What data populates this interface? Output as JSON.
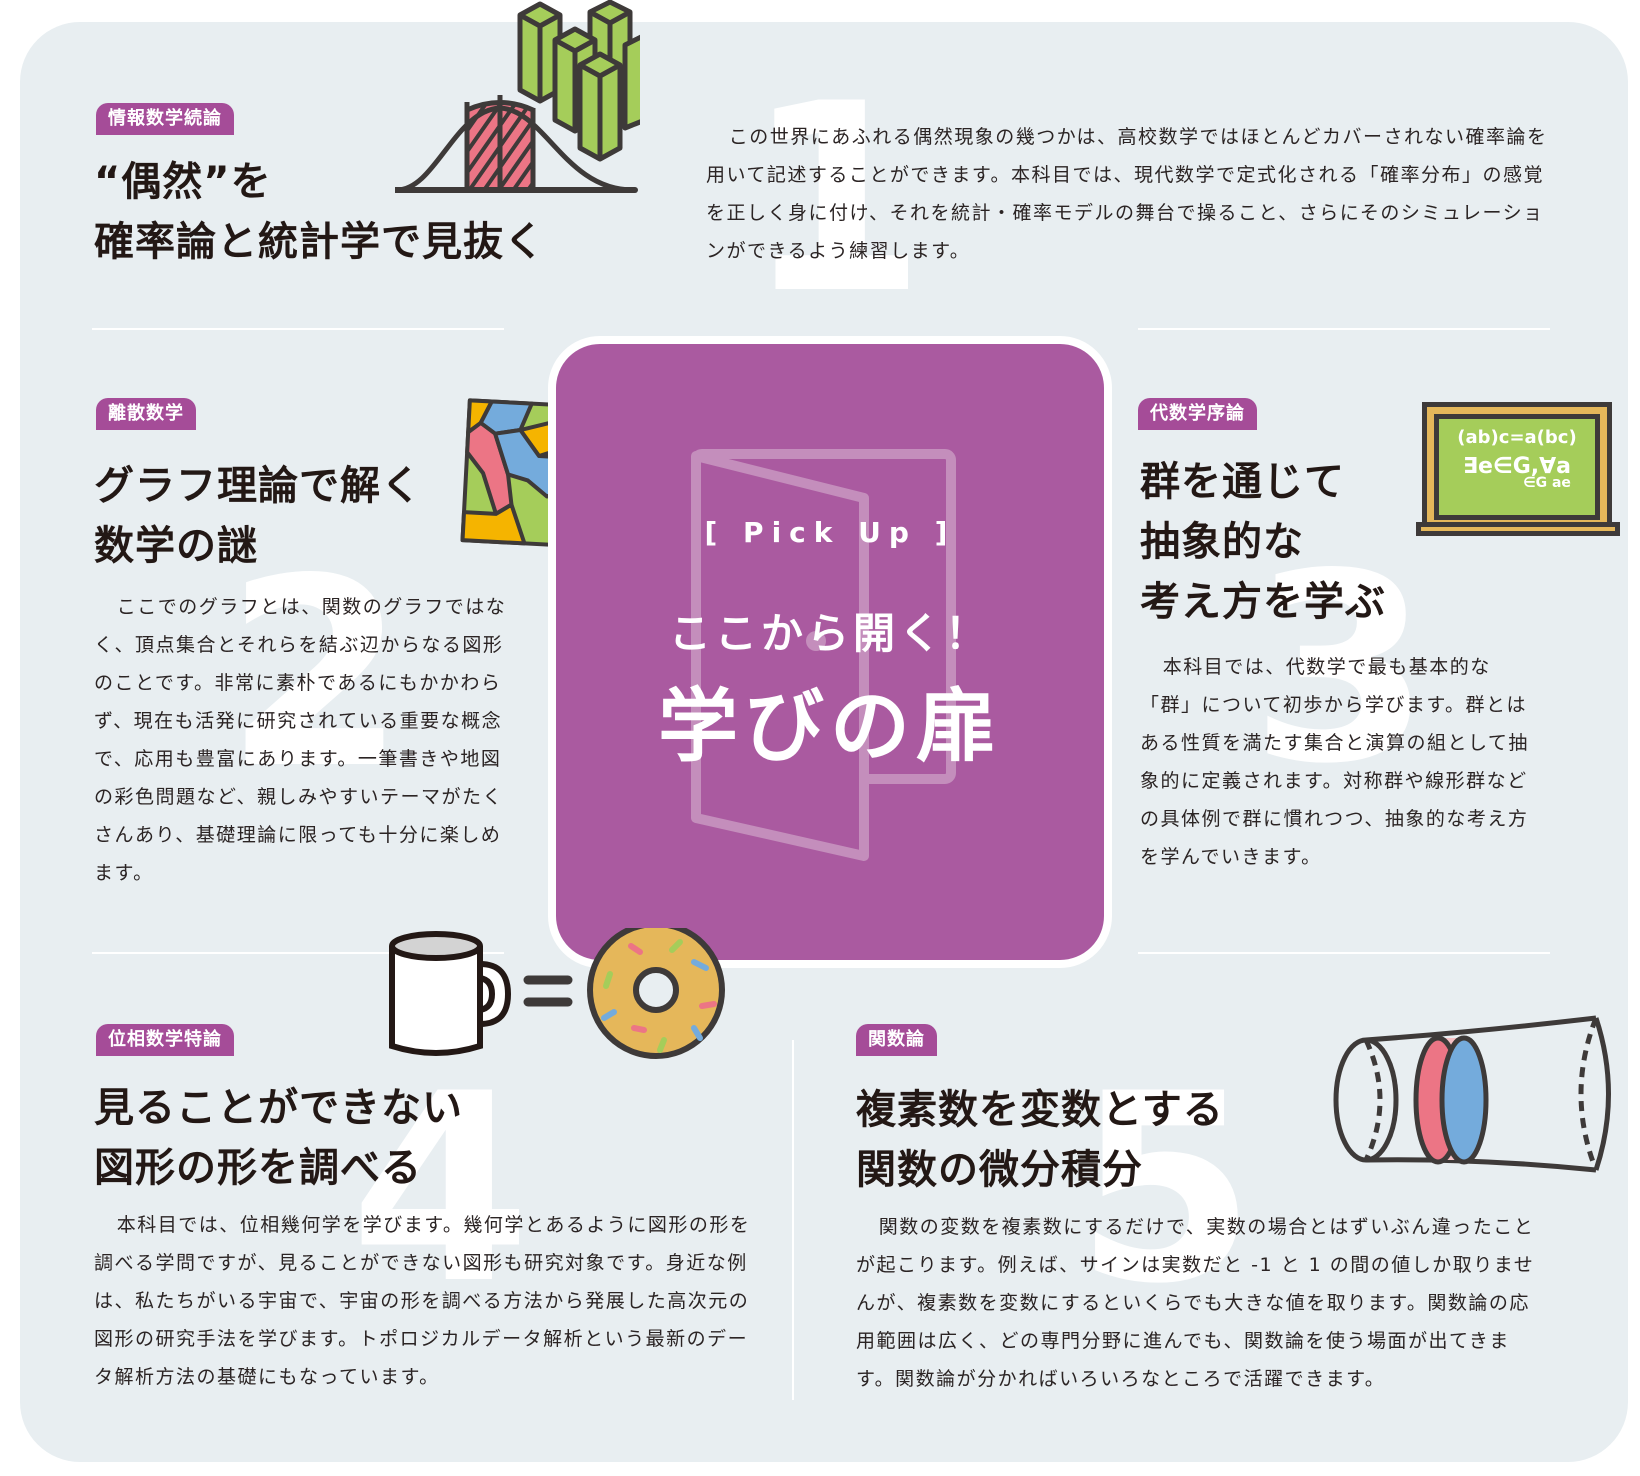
{
  "page": {
    "accent_color": "#a54c98",
    "panel_color": "#e8eef1",
    "pickup_color": "#aa5aa0"
  },
  "pickup": {
    "label": "[ Pick Up ]",
    "subtitle": "ここから開く！",
    "main_title": "学びの扉",
    "icon": "door-icon"
  },
  "sections": [
    {
      "number": "1",
      "tag": "情報数学続論",
      "title_lines": [
        "“偶然”を",
        "確率論と統計学で見抜く"
      ],
      "body": "この世界にあふれる偶然現象の幾つかは、高校数学ではほとんどカバーされない確率論を用いて記述することができます。本科目では、現代数学で定式化される「確率分布」の感覚を正しく身に付け、それを統計・確率モデルの舞台で操ること、さらにそのシミュレーションができるよう練習します。",
      "illustration": "normal-distribution-bar-chart-icon"
    },
    {
      "number": "2",
      "tag": "離散数学",
      "title_lines": [
        "グラフ理論で解く",
        "数学の謎"
      ],
      "body": "ここでのグラフとは、関数のグラフではなく、頂点集合とそれらを結ぶ辺からなる図形のことです。非常に素朴であるにもかかわらず、現在も活発に研究されている重要な概念で、応用も豊富にあります。一筆書きや地図の彩色問題など、親しみやすいテーマがたくさんあり、基礎理論に限っても十分に楽しめます。",
      "illustration": "colored-map-icon"
    },
    {
      "number": "3",
      "tag": "代数学序論",
      "title_lines": [
        "群を通じて",
        "抽象的な",
        "考え方を学ぶ"
      ],
      "body": "本科目では、代数学で最も基本的な「群」について初歩から学びます。群とはある性質を満たす集合と演算の組として抽象的に定義されます。対称群や線形群などの具体例で群に慣れつつ、抽象的な考え方を学んでいきます。",
      "illustration": "chalkboard-icon",
      "chalkboard_lines": [
        "(ab)c=a(bc)",
        "∃e∈G,∀a",
        "∈G ae"
      ]
    },
    {
      "number": "4",
      "tag": "位相数学特論",
      "title_lines": [
        "見ることができない",
        "図形の形を調べる"
      ],
      "body": "本科目では、位相幾何学を学びます。幾何学とあるように図形の形を調べる学問ですが、見ることができない図形も研究対象です。身近な例は、私たちがいる宇宙で、宇宙の形を調べる方法から発展した高次元の図形の研究手法を学びます。トポロジカルデータ解析という最新のデータ解析方法の基礎にもなっています。",
      "illustration": "mug-equals-donut-icon",
      "equals": "="
    },
    {
      "number": "5",
      "tag": "関数論",
      "title_lines": [
        "複素数を変数とする",
        "関数の微分積分"
      ],
      "body": "関数の変数を複素数にするだけで、実数の場合とはずいぶん違ったことが起こります。例えば、サインは実数だと -1 と 1 の間の値しか取りませんが、複素数を変数にするといくらでも大きな値を取ります。関数論の応用範囲は広く、どの専門分野に進んでも、関数論を使う場面が出てきます。関数論が分かればいろいろなところで活躍できます。",
      "illustration": "riemann-surface-tube-icon"
    }
  ]
}
